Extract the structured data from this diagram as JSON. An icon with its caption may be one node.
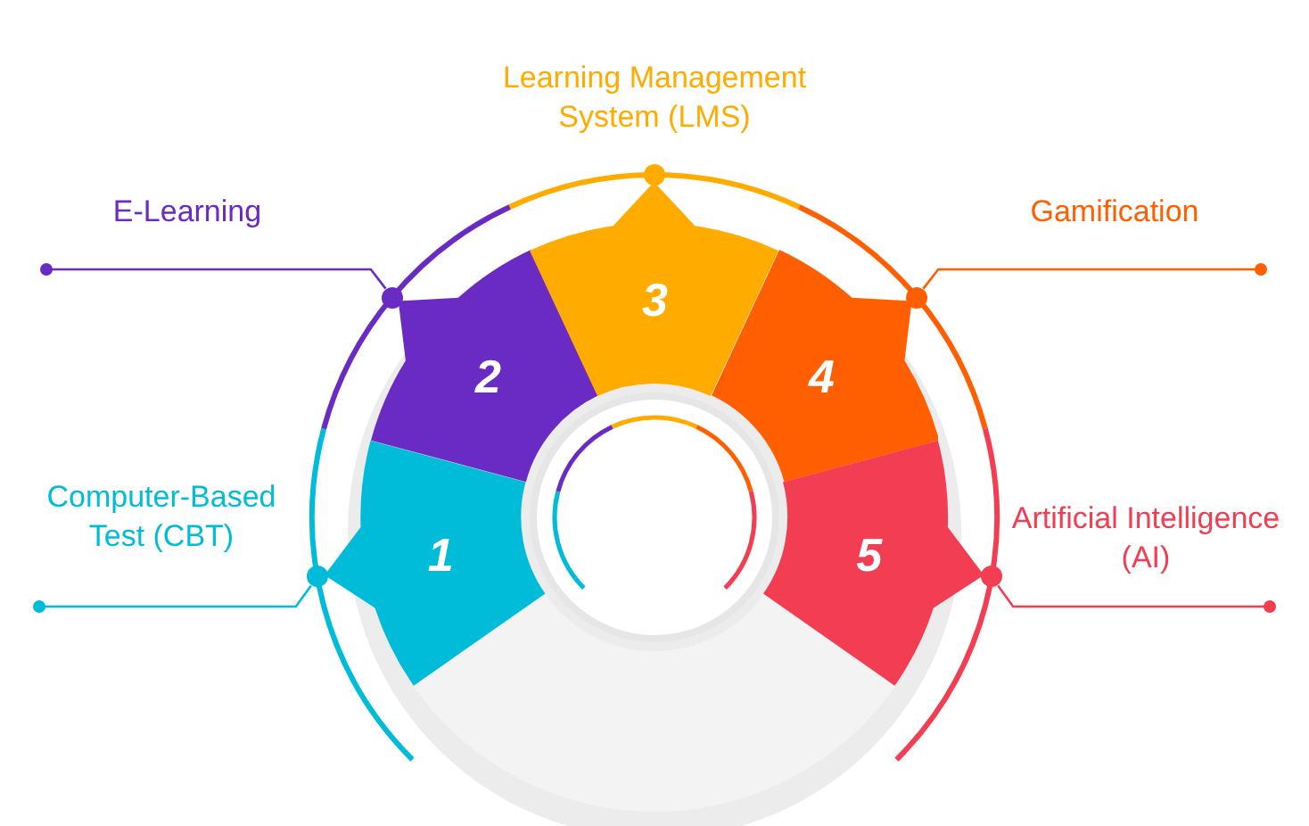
{
  "diagram": {
    "nodes": [
      {
        "text": [
          "1"
        ]
      },
      {
        "text": [
          "2"
        ]
      },
      {
        "text": [
          "3"
        ]
      },
      {
        "text": [
          "4"
        ]
      },
      {
        "text": [
          "5"
        ]
      },
      {
        "text": [
          "Computer-Based Test (CBT)"
        ]
      },
      {
        "text": [
          "E-Learning"
        ]
      },
      {
        "text": [
          "Learning Management System (LMS)"
        ]
      },
      {
        "text": [
          "Gamification"
        ]
      },
      {
        "text": [
          "Artificial Intelligence (AI)"
        ]
      },
      {
        "text": [],
        "shape": "circle"
      },
      {
        "text": [],
        "shape": "circle"
      },
      {
        "text": [],
        "shape": "circle"
      },
      {
        "text": [],
        "shape": "circle"
      }
    ],
    "edges": [
      {
        "from": 5,
        "to": 10,
        "arrow": "other",
        "color": "#00bcd9"
      },
      {
        "from": 6,
        "to": 11,
        "arrow": "other",
        "color": "#6a2bc4"
      },
      {
        "from": 8,
        "to": 12,
        "arrow": "other",
        "color": "#ff5f00"
      },
      {
        "from": 9,
        "to": 13,
        "arrow": "other",
        "color": "#f23d52"
      }
    ]
  }
}
